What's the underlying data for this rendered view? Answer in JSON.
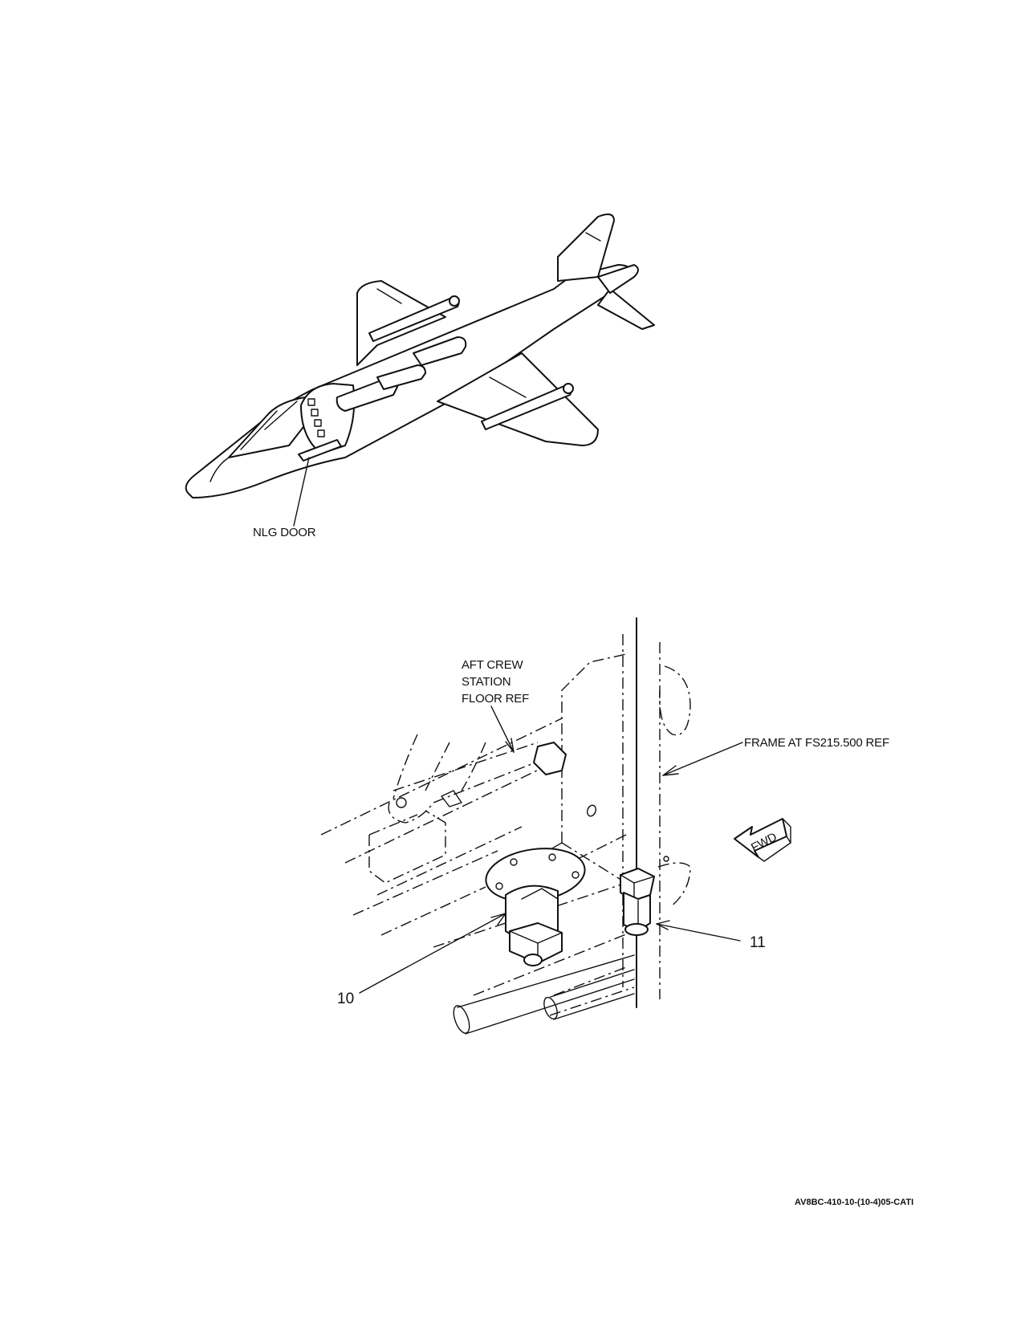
{
  "top_view": {
    "callout_nlg_door": "NLG DOOR"
  },
  "detail_view": {
    "callout_floor": [
      "AFT CREW",
      "STATION",
      "FLOOR REF"
    ],
    "callout_frame": "FRAME AT FS215.500 REF",
    "fwd_arrow_label": "FWD",
    "item_10": "10",
    "item_11": "11"
  },
  "figure_code": "AV8BC-410-10-(10-4)05-CATI",
  "icons": [
    "aircraft-illustration",
    "fwd-arrow-icon",
    "fitting-10",
    "fitting-11"
  ]
}
